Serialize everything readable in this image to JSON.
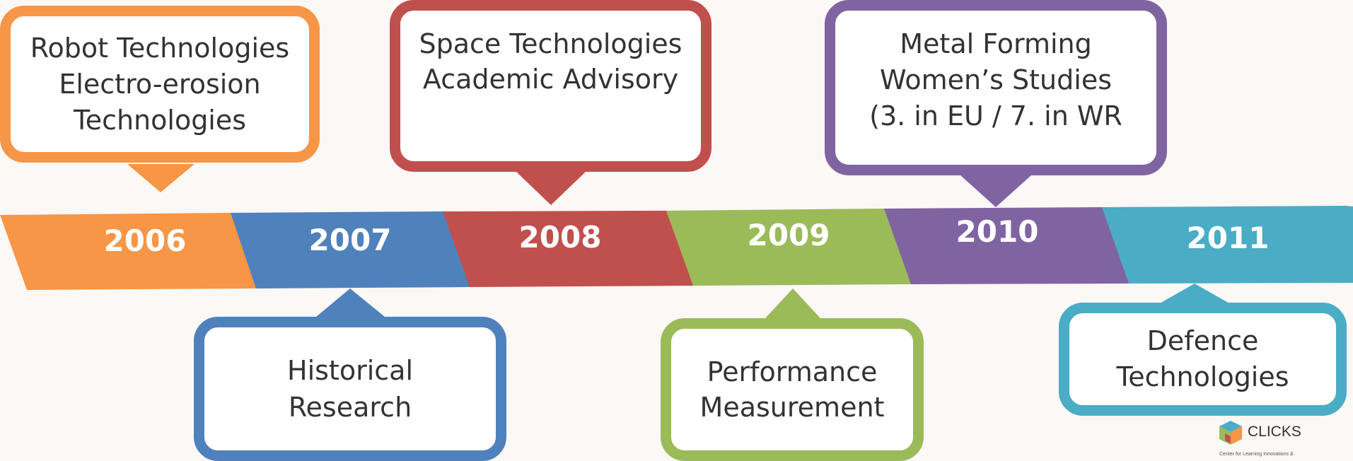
{
  "timeline": [
    {
      "year": "2006",
      "color": "#f79646",
      "position": "above",
      "lines": [
        "Robot Technologies",
        "Electro-erosion",
        "Technologies"
      ]
    },
    {
      "year": "2007",
      "color": "#4f81bd",
      "position": "below",
      "lines": [
        "Historical",
        "Research"
      ]
    },
    {
      "year": "2008",
      "color": "#c0504d",
      "position": "above",
      "lines": [
        "Space Technologies",
        "Academic Advisory"
      ]
    },
    {
      "year": "2009",
      "color": "#9bbb59",
      "position": "below",
      "lines": [
        "Performance",
        "Measurement"
      ]
    },
    {
      "year": "2010",
      "color": "#8064a2",
      "position": "above",
      "lines": [
        "Metal Forming",
        "Women’s Studies",
        "(3. in EU / 7. in WR"
      ]
    },
    {
      "year": "2011",
      "color": "#4bacc6",
      "position": "below",
      "lines": [
        "Defence",
        "Technologies"
      ]
    }
  ],
  "logo": {
    "name": "CLICKS",
    "tagline": "Center for Learning Innovations &"
  }
}
